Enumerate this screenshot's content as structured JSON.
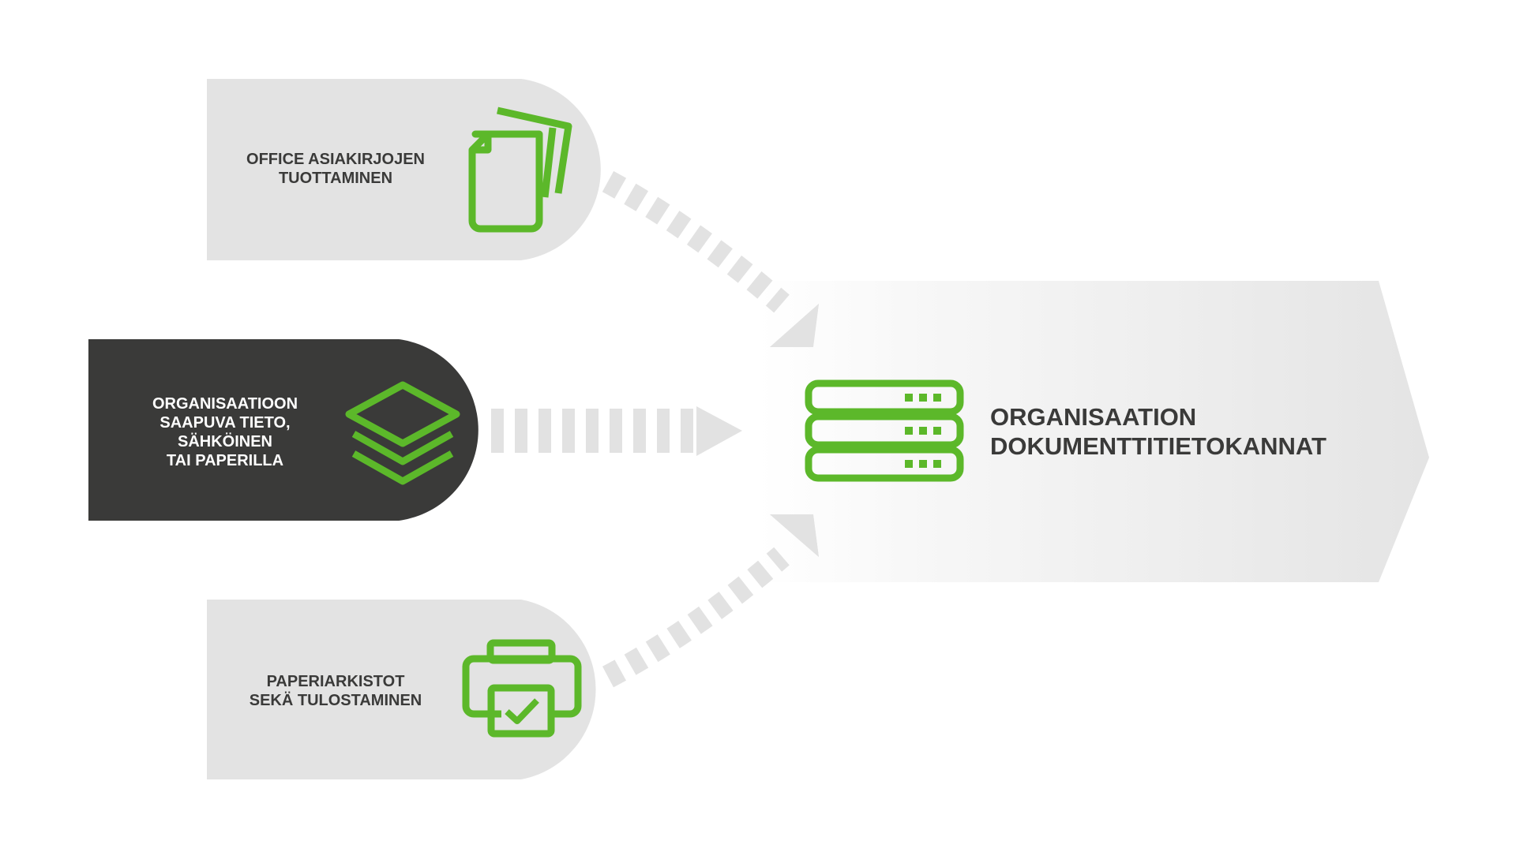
{
  "diagram": {
    "sources": [
      {
        "id": "office",
        "lines": [
          "OFFICE ASIAKIRJOJEN",
          "TUOTTAMINEN"
        ],
        "icon": "documents-icon"
      },
      {
        "id": "incoming",
        "lines": [
          "ORGANISAATIOON",
          "SAAPUVA TIETO,",
          "SÄHKÖINEN",
          "TAI PAPERILLA"
        ],
        "icon": "layers-icon"
      },
      {
        "id": "paper",
        "lines": [
          "PAPERIARKISTOT",
          "SEKÄ TULOSTAMINEN"
        ],
        "icon": "printer-icon"
      }
    ],
    "target": {
      "lines": [
        "ORGANISAATION",
        "DOKUMENTTITIETOKANNAT"
      ],
      "icon": "server-database-icon"
    },
    "colors": {
      "accent_green": "#5cb82a",
      "dark_panel": "#3a3a39",
      "light_panel": "#e3e3e3",
      "arrow_gray": "#e2e2e2",
      "text_dark": "#3a3a39"
    }
  }
}
